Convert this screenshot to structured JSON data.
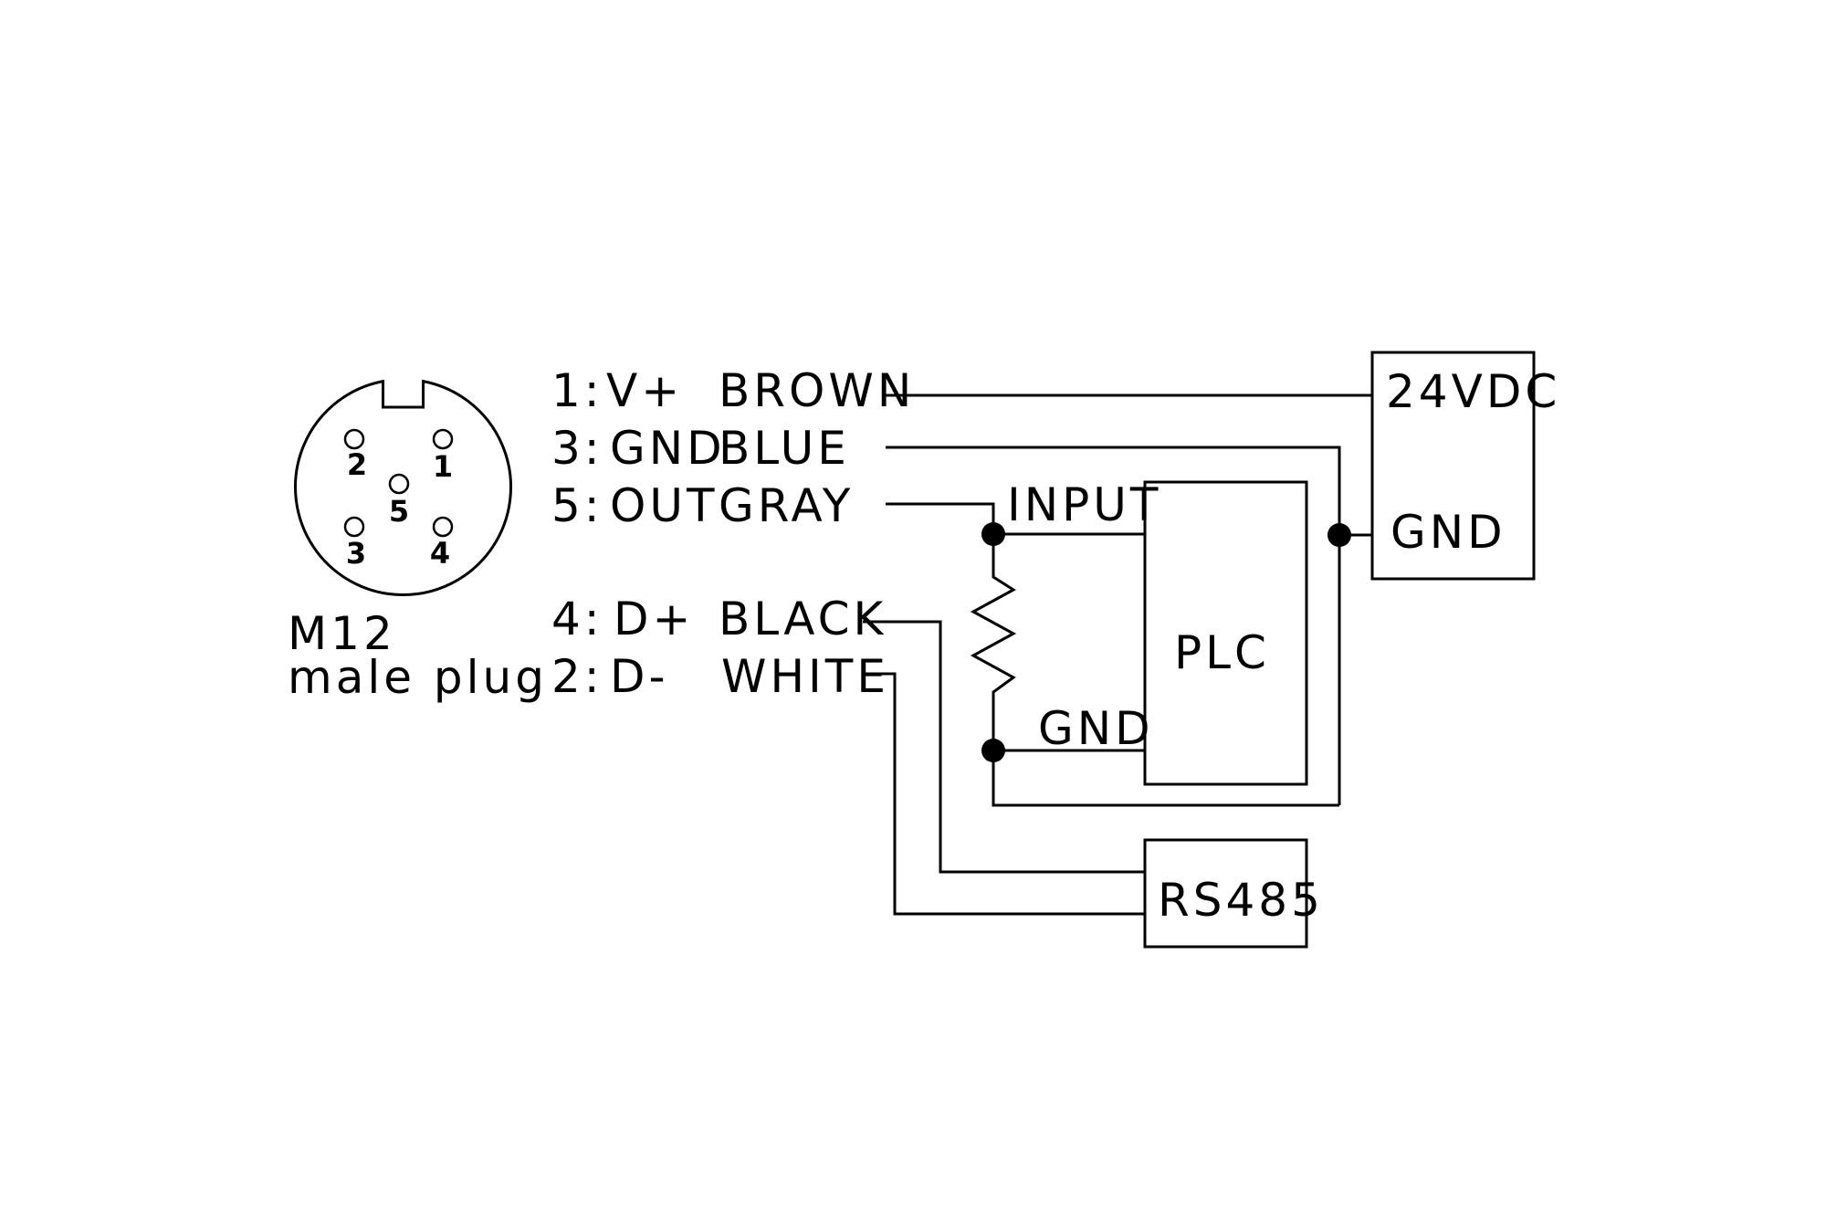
{
  "connector": {
    "label_line1": "M12",
    "label_line2": "male plug",
    "pins": [
      {
        "number": "1"
      },
      {
        "number": "2"
      },
      {
        "number": "3"
      },
      {
        "number": "4"
      },
      {
        "number": "5"
      }
    ]
  },
  "wires": [
    {
      "pin": "1:",
      "signal": "V+",
      "color": "BROWN"
    },
    {
      "pin": "3:",
      "signal": "GND",
      "color": "BLUE"
    },
    {
      "pin": "5:",
      "signal": "OUT",
      "color": "GRAY"
    },
    {
      "pin": "4:",
      "signal": "D+",
      "color": "BLACK"
    },
    {
      "pin": "2:",
      "signal": "D-",
      "color": "WHITE"
    }
  ],
  "blocks": {
    "power": {
      "title": "24VDC",
      "gnd": "GND"
    },
    "plc": {
      "title": "PLC",
      "input": "INPUT",
      "gnd": "GND"
    },
    "rs485": {
      "title": "RS485"
    }
  },
  "style": {
    "line_color": "#000000",
    "background": "#ffffff"
  }
}
